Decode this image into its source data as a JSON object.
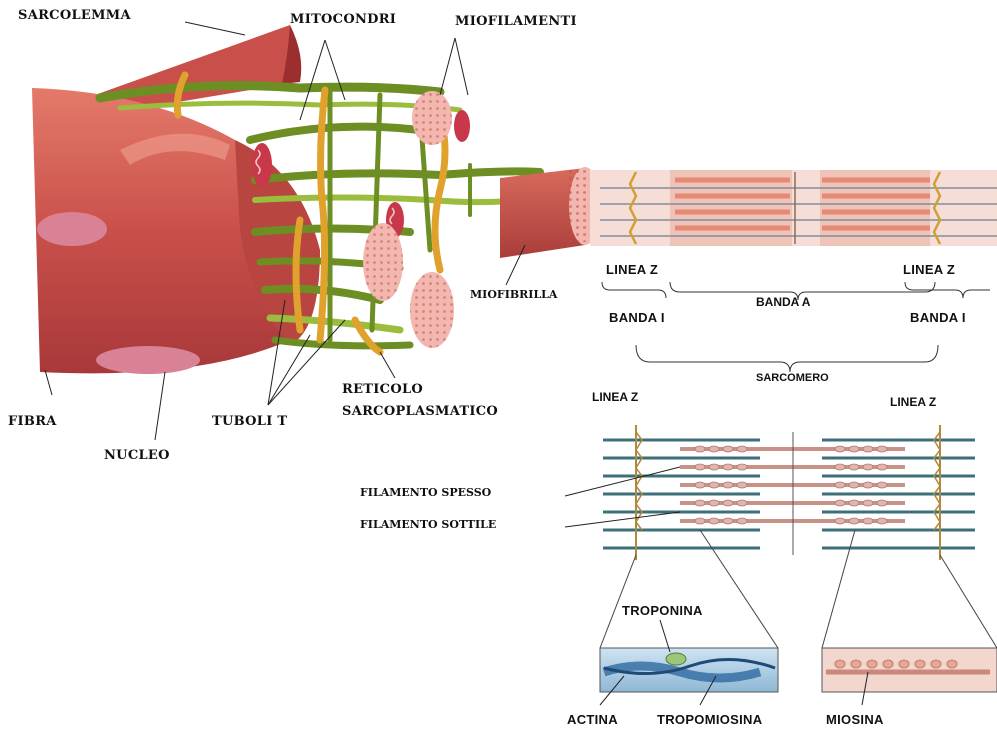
{
  "labels": {
    "sarcolemma": "SARCOLEMMA",
    "mitocondri": "MITOCONDRI",
    "miofilamenti": "MIOFILAMENTI",
    "miofibrilla": "MIOFIBRILLA",
    "fibra": "FIBRA",
    "nucleo": "NUCLEO",
    "tuboli_t": "TUBOLI T",
    "reticolo_1": "RETICOLO",
    "reticolo_2": "SARCOPLASMATICO",
    "linea_z_left": "LINEA Z",
    "linea_z_right": "LINEA Z",
    "banda_a": "BANDA A",
    "banda_i_left": "BANDA I",
    "banda_i_right": "BANDA I",
    "sarcomero": "SARCOMERO",
    "linea_z_lower_left": "LINEA Z",
    "linea_z_lower_right": "LINEA Z",
    "filamento_spesso": "FILAMENTO SPESSO",
    "filamento_sottile": "FILAMENTO SOTTILE",
    "troponina": "TROPONINA",
    "actina": "ACTINA",
    "tropomiosina": "TROPOMIOSINA",
    "miosina": "MIOSINA"
  },
  "colors": {
    "muscle": "#c8524a",
    "muscle_light": "#e07a6c",
    "reticulum": "#7a9a2a",
    "tubule": "#e2a22a",
    "myofilament_pink": "#f2b8b0",
    "actin_blue": "#4a86c0",
    "thin_filament": "#3d6f7a"
  }
}
